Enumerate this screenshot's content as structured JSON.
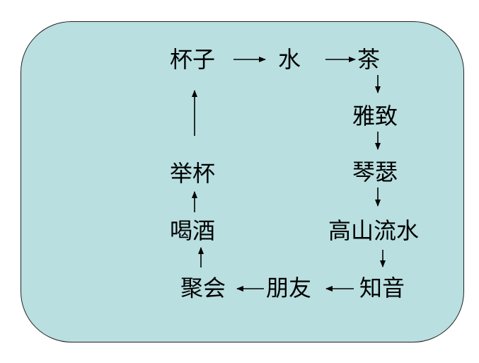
{
  "nodes": {
    "cup": "杯子",
    "water": "水",
    "tea": "茶",
    "elegance": "雅致",
    "qinse": "琴瑟",
    "mountains_waters": "高山流水",
    "soulmate": "知音",
    "friend": "朋友",
    "gathering": "聚会",
    "drinking": "喝酒",
    "raise_cup": "举杯"
  }
}
